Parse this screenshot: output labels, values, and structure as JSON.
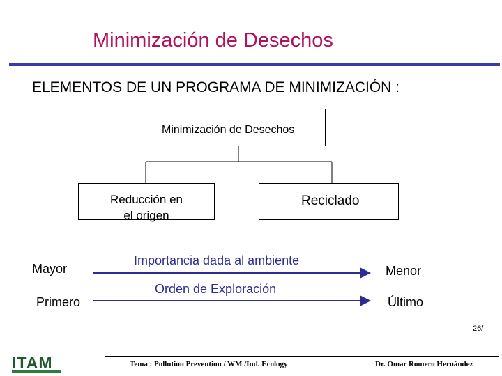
{
  "title": "Minimización de Desechos",
  "subtitle": "ELEMENTOS DE  UN PROGRAMA DE MINIMIZACIÓN :",
  "diagram": {
    "root": "Minimización de Desechos",
    "left_child": "Reducción en\nel origen",
    "right_child": "Reciclado"
  },
  "scales": {
    "mayor": "Mayor",
    "primero": "Primero",
    "importancia": "Importancia dada al ambiente",
    "orden": "Orden de Exploración",
    "menor": "Menor",
    "ultimo": "Último"
  },
  "page_number": "26/",
  "footer": {
    "logo_text": "ITAM",
    "tema": "Tema : Pollution Prevention / WM /Ind. Ecology",
    "author": "Dr. Omar Romero Hernández"
  },
  "colors": {
    "title": "#b0125b",
    "rule": "#3a39b0",
    "scale_text": "#2b2d93",
    "logo": "#1f5a2e"
  }
}
